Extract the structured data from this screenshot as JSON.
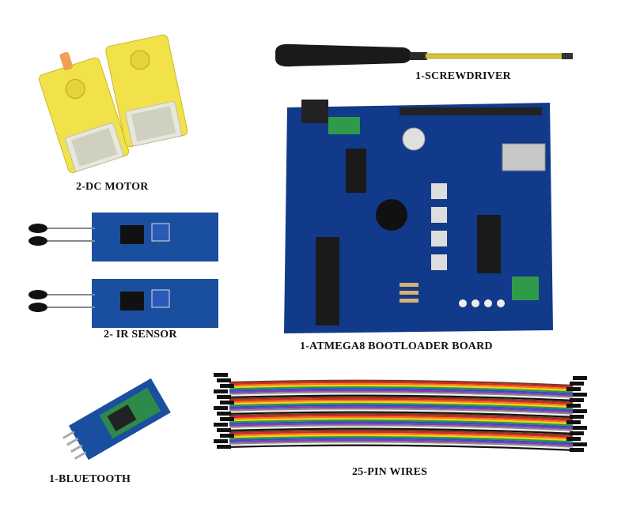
{
  "labels": {
    "dc_motor": "2-DC MOTOR",
    "screwdriver": "1-SCREWDRIVER",
    "ir_sensor": "2- IR SENSOR",
    "board": "1-ATMEGA8 BOOTLOADER BOARD",
    "bluetooth": "1-BLUETOOTH",
    "wires": "25-PIN WIRES"
  },
  "colors": {
    "board_blue": "#123a8a",
    "sensor_blue": "#1a4fa0",
    "motor_yellow": "#f2e24a",
    "terminal_green": "#2e9a4a",
    "screwdriver_handle": "#1a1a1a",
    "screwdriver_shaft": "#d8c23a"
  },
  "wire_colors": [
    "#7a3b1e",
    "#d62a2a",
    "#f07a1a",
    "#f2d21a",
    "#2a9a3a",
    "#2a4fd0",
    "#8a3ab0",
    "#8a8a8a",
    "#f2f2f2",
    "#111111"
  ]
}
